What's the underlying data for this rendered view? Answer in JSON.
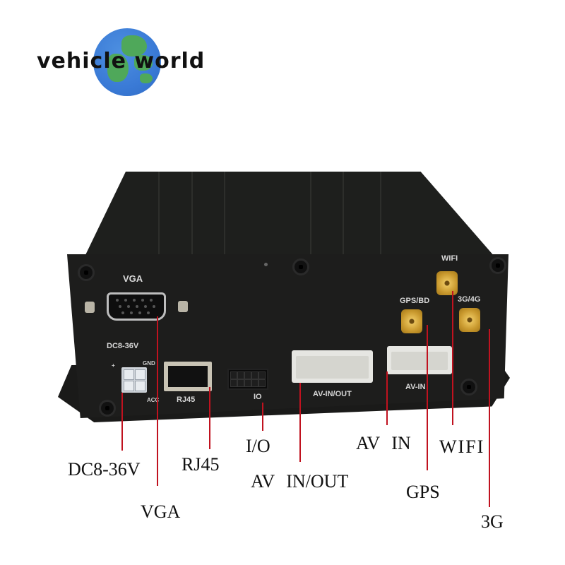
{
  "logo": {
    "text": "vehicle world",
    "colors": {
      "ocean": "#3a7ad6",
      "land": "#4fa85a",
      "text": "#111111"
    }
  },
  "device": {
    "panel_labels": {
      "vga": "VGA",
      "power": "DC8-36V",
      "plus": "+",
      "gnd": "GND",
      "acc": "ACC",
      "rj45": "RJ45",
      "io": "IO",
      "av_in_out": "AV-IN/OUT",
      "av_in": "AV-IN",
      "gps_bd": "GPS/BD",
      "wifi": "WIFI",
      "g4": "3G/4G"
    },
    "colors": {
      "body": "#1d1d1c",
      "leader_line": "#c0121f",
      "antenna": "#d4a63a"
    }
  },
  "callouts": [
    {
      "id": "dc",
      "label": "DC8-36V"
    },
    {
      "id": "vga",
      "label": "VGA"
    },
    {
      "id": "rj45",
      "label": "RJ45"
    },
    {
      "id": "io",
      "label": "I/O"
    },
    {
      "id": "av_in_out",
      "label": "AV IN/OUT"
    },
    {
      "id": "av_in",
      "label": "AV IN"
    },
    {
      "id": "gps",
      "label": "GPS"
    },
    {
      "id": "wifi",
      "label": "WIFI"
    },
    {
      "id": "g3",
      "label": "3G"
    }
  ]
}
